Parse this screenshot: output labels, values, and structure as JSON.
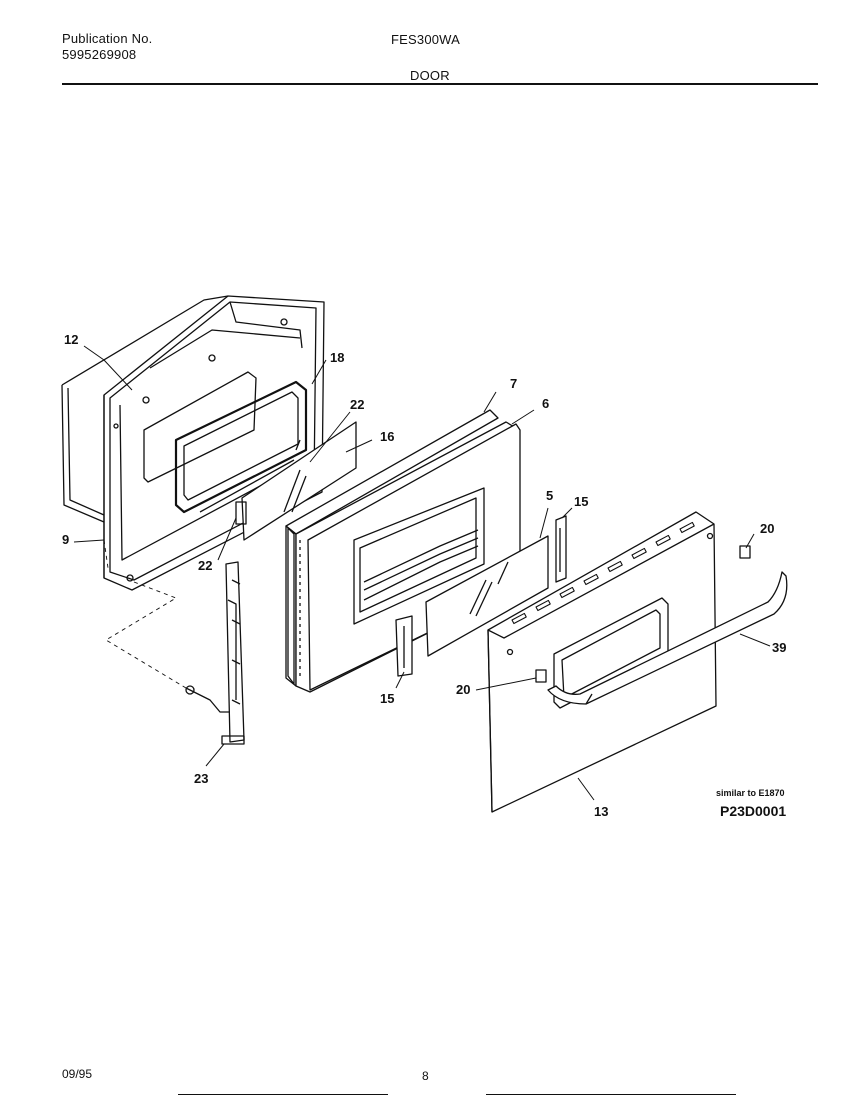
{
  "header": {
    "publication_label": "Publication No.",
    "publication_number": "5995269908",
    "model": "FES300WA",
    "section": "DOOR"
  },
  "callouts": {
    "c12": "12",
    "c18": "18",
    "c22a": "22",
    "c16": "16",
    "c7": "7",
    "c6": "6",
    "c9": "9",
    "c22b": "22",
    "c5": "5",
    "c15a": "15",
    "c20a": "20",
    "c15b": "15",
    "c20b": "20",
    "c39": "39",
    "c23": "23",
    "c13": "13"
  },
  "notes": {
    "similar_to": "similar to E1870",
    "diagram_code": "P23D0001"
  },
  "footer": {
    "date": "09/95",
    "page": "8"
  }
}
